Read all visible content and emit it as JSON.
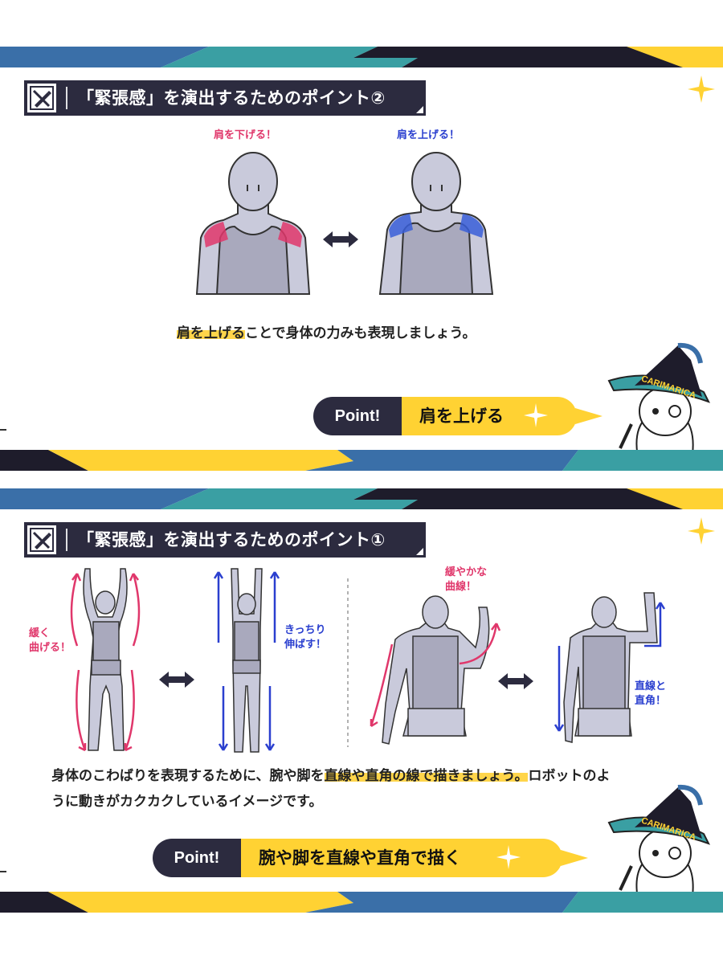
{
  "panels": [
    {
      "title": "「緊張感」を演出するためのポイント②",
      "annotations": {
        "left": "肩を下げる！",
        "right": "肩を上げる！"
      },
      "caption": {
        "highlight": "肩を上げる",
        "rest": "ことで身体の力みも表現しましょう。"
      },
      "point": {
        "label": "Point!",
        "text": "肩を上げる"
      },
      "mascot_hat_text": "CARIMARICA"
    },
    {
      "title": "「緊張感」を演出するためのポイント①",
      "annotations": {
        "a1_line1": "緩く",
        "a1_line2": "曲げる！",
        "a2_line1": "きっちり",
        "a2_line2": "伸ばす！",
        "a3_line1": "緩やかな",
        "a3_line2": "曲線！",
        "a4_line1": "直線と",
        "a4_line2": "直角！"
      },
      "caption": {
        "pre": "身体のこわばりを表現するために、腕や脚を",
        "highlight": "直線や直角の線で描きましょう。",
        "post": "ロボットのように動きがカクカクしているイメージです。"
      },
      "point": {
        "label": "Point!",
        "text": "腕や脚を直線や直角で描く"
      },
      "mascot_hat_text": "CARIMARICA"
    }
  ],
  "colors": {
    "navy": "#2c2b3f",
    "yellow": "#ffd233",
    "teal": "#3a9fa3",
    "blue_band": "#3a6fa8",
    "pink": "#e0376b",
    "blue": "#2a3fcf",
    "figure_fill": "#c9cadb",
    "shirt_fill": "#a9a9bd"
  },
  "icons": {
    "title": "pencil-ruler-icon",
    "arrow": "double-arrow-icon",
    "sparkle": "sparkle-icon"
  }
}
